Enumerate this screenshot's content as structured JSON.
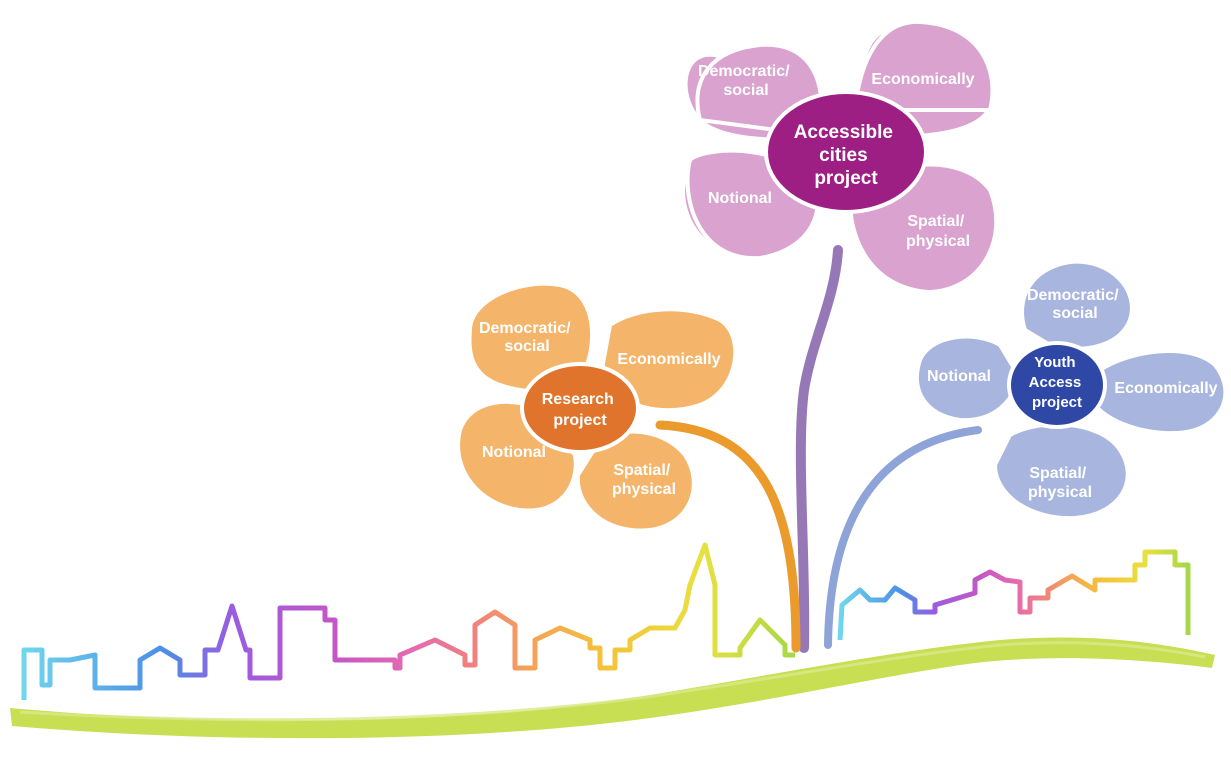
{
  "colors": {
    "ground": "#c5dc4a",
    "research_petal": "#f4b56a",
    "research_center": "#e0742c",
    "research_stem": "#eb9a2c",
    "accessible_petal": "#d9a2cf",
    "accessible_center": "#9e1f84",
    "accessible_stem": "#9778b7",
    "youth_petal": "#a8b5de",
    "youth_center": "#2f48a6",
    "youth_stem": "#8ea3d8"
  },
  "flowers": {
    "research": {
      "center": [
        "Research",
        "project"
      ],
      "petals": {
        "top_left": [
          "Democratic/",
          "social"
        ],
        "top_right": [
          "Economically"
        ],
        "bottom_left": [
          "Notional"
        ],
        "bottom_right": [
          "Spatial/",
          "physical"
        ]
      }
    },
    "accessible": {
      "center": [
        "Accessible",
        "cities",
        "project"
      ],
      "petals": {
        "top_left": [
          "Democratic/",
          "social"
        ],
        "top_right": [
          "Economically"
        ],
        "bottom_left": [
          "Notional"
        ],
        "bottom_right": [
          "Spatial/",
          "physical"
        ]
      }
    },
    "youth": {
      "center": [
        "Youth",
        "Access",
        "project"
      ],
      "petals": {
        "top": [
          "Democratic/",
          "social"
        ],
        "right": [
          "Economically"
        ],
        "left": [
          "Notional"
        ],
        "bottom": [
          "Spatial/",
          "physical"
        ]
      }
    }
  }
}
